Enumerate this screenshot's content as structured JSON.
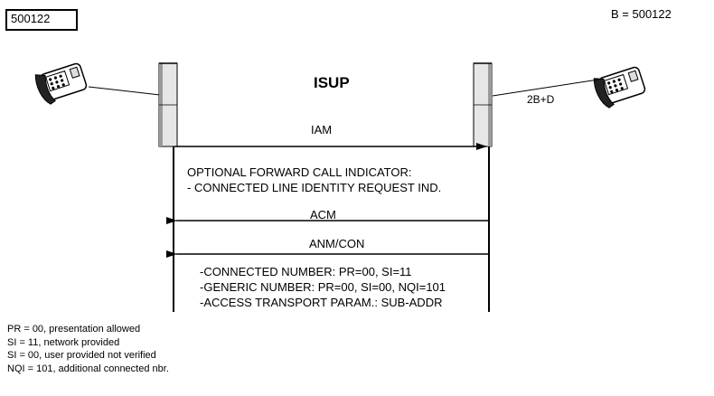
{
  "header": {
    "subscriber_box": "500122",
    "b_number": "B = 500122"
  },
  "protocol_title": "ISUP",
  "access_label": "2B+D",
  "messages": {
    "iam": "IAM",
    "acm": "ACM",
    "anm": "ANM/CON"
  },
  "forward_indicator": [
    "OPTIONAL FORWARD CALL INDICATOR:",
    "- CONNECTED LINE IDENTITY REQUEST IND."
  ],
  "answer_params": [
    "-CONNECTED NUMBER: PR=00, SI=11",
    "-GENERIC NUMBER: PR=00, SI=00, NQI=101",
    "-ACCESS TRANSPORT PARAM.: SUB-ADDR"
  ],
  "legend": [
    "PR = 00, presentation allowed",
    "SI = 11, network provided",
    "SI = 00, user provided not verified",
    "NQI = 101, additional connected nbr."
  ]
}
